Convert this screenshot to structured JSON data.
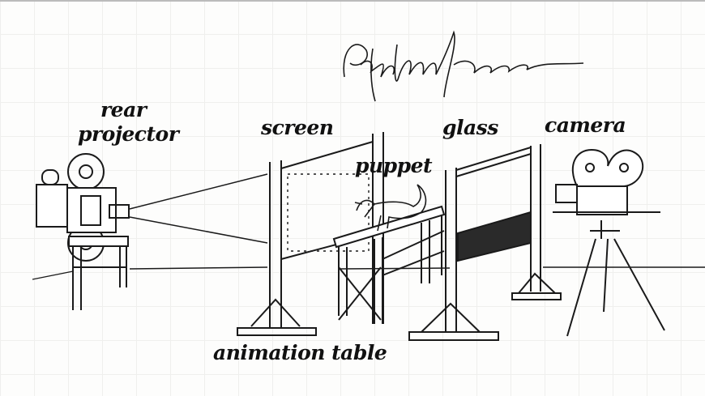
{
  "signature": "Ray Harryhausen",
  "labels": {
    "rear_projector_line1": "rear",
    "rear_projector_line2": "projector",
    "screen": "screen",
    "puppet": "puppet",
    "glass": "glass",
    "camera": "camera",
    "animation_table": "animation table"
  },
  "colors": {
    "ink": "#1a1a1a",
    "paper": "#fdfdfc"
  }
}
